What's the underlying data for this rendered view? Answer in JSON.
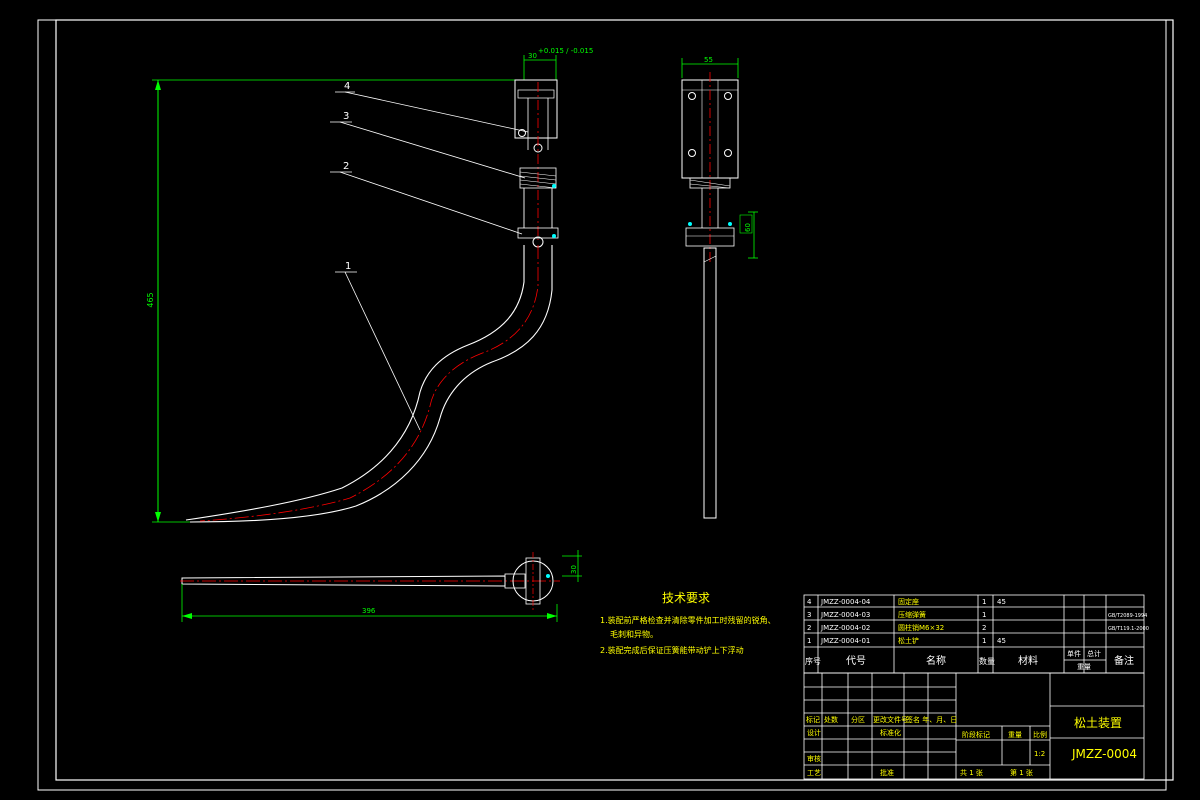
{
  "colors": {
    "background": "#000000",
    "frame": "#ffffff",
    "outline": "#ffffff",
    "dimension": "#00ff00",
    "centerline": "#ff0000",
    "leader": "#ffffff",
    "text_yellow": "#ffff00",
    "text_cyan": "#00ffff"
  },
  "balloons": [
    "4",
    "3",
    "2",
    "1"
  ],
  "dimensions": {
    "height": "465",
    "length": "396",
    "top_width": "30",
    "top_tol": "+0.015 / -0.015",
    "side_width": "55",
    "side_right": "60",
    "bottom_right": "30"
  },
  "tech": {
    "title": "技术要求",
    "line1": "1.装配前严格检查并清除零件加工时残留的锐角、",
    "line2": "毛刺和异物。",
    "line3": "2.装配完成后保证压簧能带动铲上下浮动"
  },
  "bom": {
    "rows": [
      {
        "no": "4",
        "code": "JMZZ-0004-04",
        "name": "固定座",
        "qty": "1",
        "mat": "45",
        "note": ""
      },
      {
        "no": "3",
        "code": "JMZZ-0004-03",
        "name": "压缩弹簧",
        "qty": "1",
        "mat": "",
        "note": "GB/T2089-1994"
      },
      {
        "no": "2",
        "code": "JMZZ-0004-02",
        "name": "圆柱销M6×32",
        "qty": "2",
        "mat": "",
        "note": "GB/T119.1-2000"
      },
      {
        "no": "1",
        "code": "JMZZ-0004-01",
        "name": "松土铲",
        "qty": "1",
        "mat": "45",
        "note": ""
      }
    ],
    "header": {
      "no": "序号",
      "code": "代号",
      "name": "名称",
      "qty": "数量",
      "mat": "材料",
      "single": "单件",
      "total": "总计",
      "weight": "重量",
      "note": "备注"
    }
  },
  "title_block": {
    "labels": {
      "mark": "标记",
      "count": "处数",
      "zone": "分区",
      "change_doc": "更改文件号",
      "sign_date": "签名 年、月、日",
      "design": "设计",
      "standard": "标准化",
      "review": "审核",
      "process": "工艺",
      "approve": "批准",
      "stage_mark": "阶段标记",
      "weight": "重量",
      "scale": "比例",
      "sheets": "共 1 张",
      "sheet": "第 1 张"
    },
    "drawing_name": "松土装置",
    "drawing_no": "JMZZ-0004",
    "scale_value": "1:2"
  }
}
